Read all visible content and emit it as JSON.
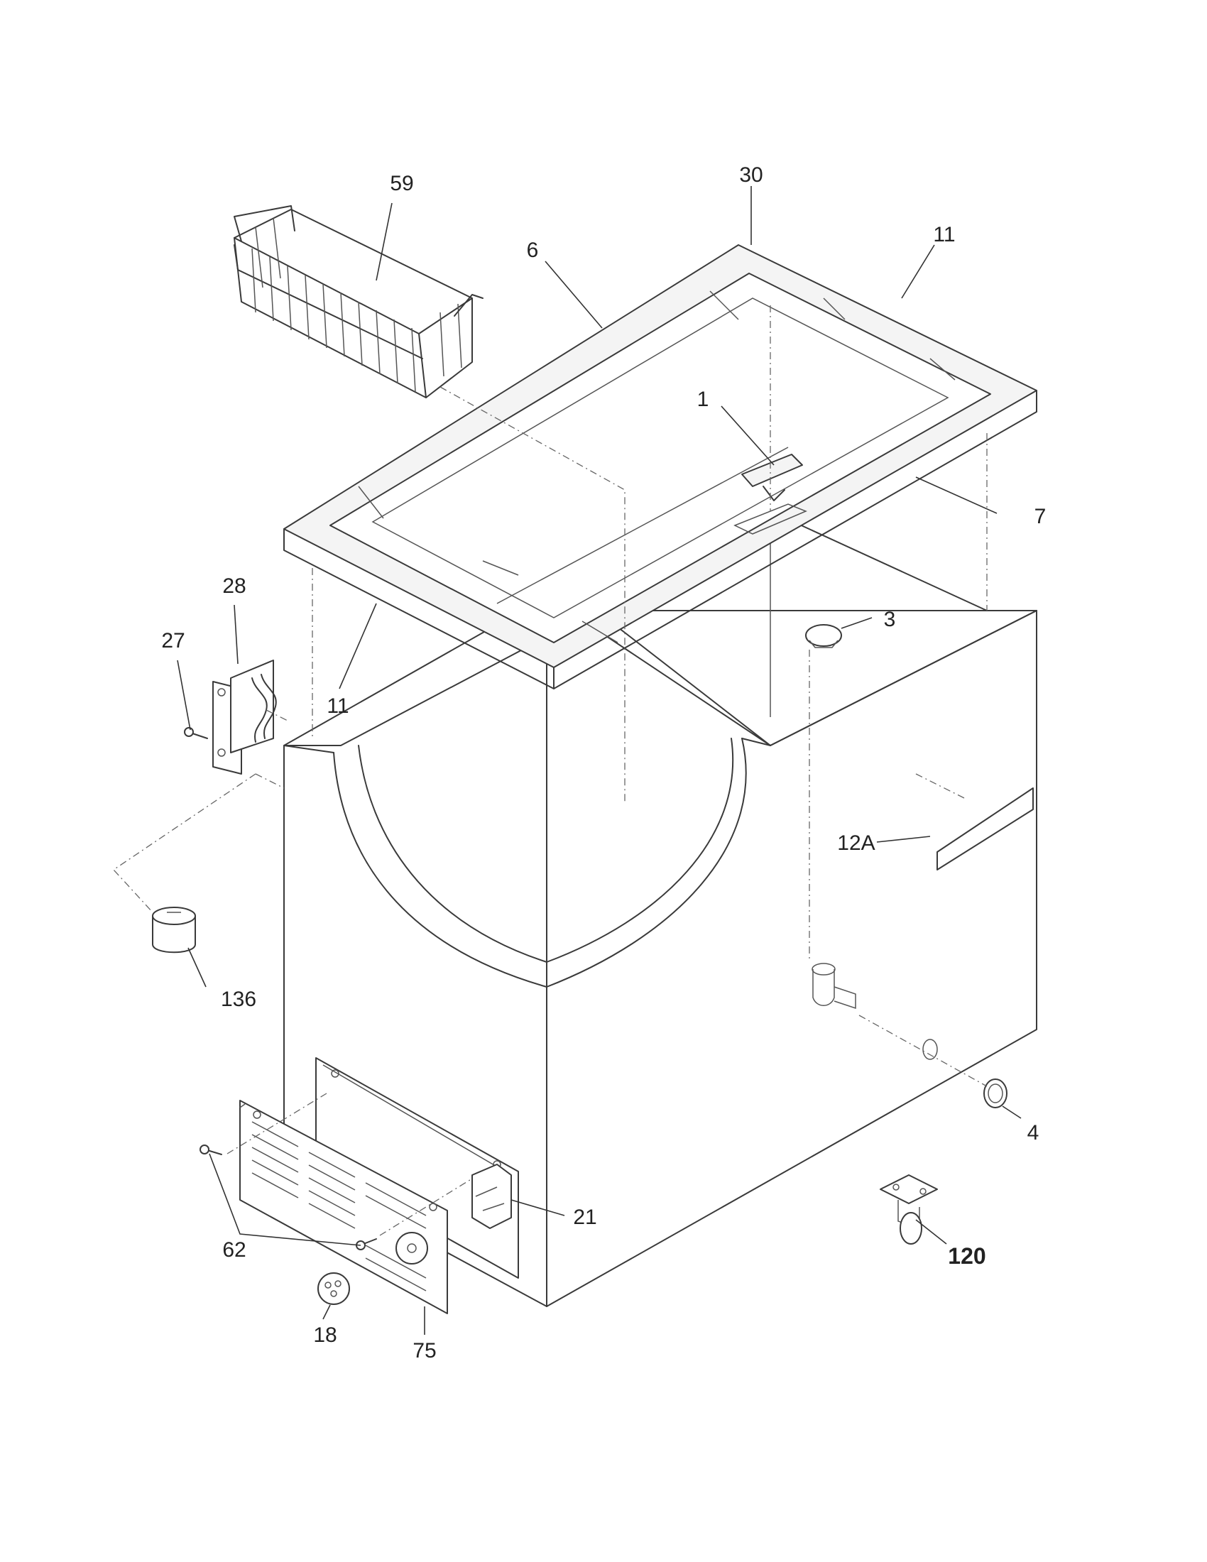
{
  "parts": [
    {
      "id": "59",
      "label": "59"
    },
    {
      "id": "30",
      "label": "30"
    },
    {
      "id": "11a",
      "label": "11"
    },
    {
      "id": "6",
      "label": "6"
    },
    {
      "id": "1",
      "label": "1"
    },
    {
      "id": "7",
      "label": "7"
    },
    {
      "id": "28",
      "label": "28"
    },
    {
      "id": "27",
      "label": "27"
    },
    {
      "id": "11b",
      "label": "11"
    },
    {
      "id": "3",
      "label": "3"
    },
    {
      "id": "12A",
      "label": "12A"
    },
    {
      "id": "136",
      "label": "136"
    },
    {
      "id": "4",
      "label": "4"
    },
    {
      "id": "21",
      "label": "21"
    },
    {
      "id": "62",
      "label": "62"
    },
    {
      "id": "120",
      "label": "120",
      "bold": true
    },
    {
      "id": "18",
      "label": "18"
    },
    {
      "id": "75",
      "label": "75"
    }
  ]
}
